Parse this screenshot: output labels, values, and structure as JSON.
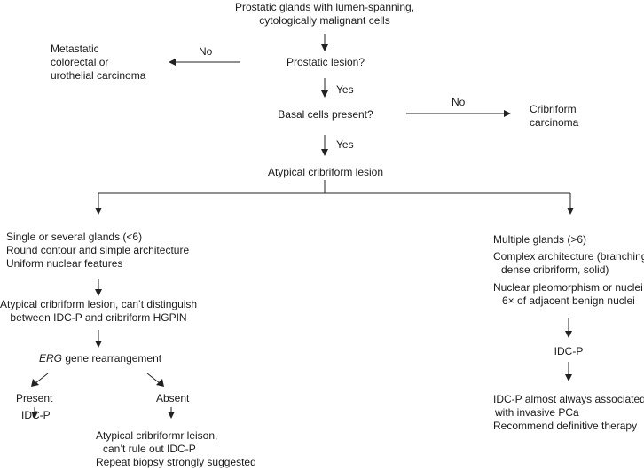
{
  "nodes": {
    "start": [
      "Prostatic glands with lumen-spanning,",
      "cytologically malignant cells"
    ],
    "metastatic": [
      "Metastatic",
      "colorectal or",
      "urothelial carcinoma"
    ],
    "prostatic_lesion": [
      "Prostatic lesion?"
    ],
    "basal_cells": [
      "Basal cells present?"
    ],
    "cribriform_carcinoma": [
      "Cribriform",
      "carcinoma"
    ],
    "atypical_lesion": [
      "Atypical cribriform lesion"
    ],
    "left_criteria": [
      "Single or several glands (<6)",
      "Round contour and simple architecture",
      "Uniform nuclear features"
    ],
    "right_criteria_1": [
      "Multiple glands (>6)"
    ],
    "right_criteria_2": [
      "Complex architecture (branching,",
      "dense cribriform, solid)"
    ],
    "right_criteria_3": [
      "Nuclear pleomorphism or nuclei",
      "6× of adjacent benign nuclei"
    ],
    "cant_distinguish": [
      "Atypical cribriform lesion, can’t distinguish",
      "between IDC-P and cribriform HGPIN"
    ],
    "erg_gene": "ERG",
    "erg_rest": " gene rearrangement",
    "present": [
      "Present"
    ],
    "absent": [
      "Absent"
    ],
    "idcp_left": [
      "IDC-P"
    ],
    "cant_rule_out": [
      "Atypical cribriformr leison,",
      "can’t rule out IDC-P",
      "Repeat biopsy strongly suggested"
    ],
    "idcp_right": [
      "IDC-P"
    ],
    "final_right": [
      "IDC-P almost always associated",
      "with invasive PCa",
      "Recommend definitive therapy"
    ]
  },
  "edge_labels": {
    "no_left": "No",
    "yes_1": "Yes",
    "no_right": "No",
    "yes_2": "Yes"
  }
}
